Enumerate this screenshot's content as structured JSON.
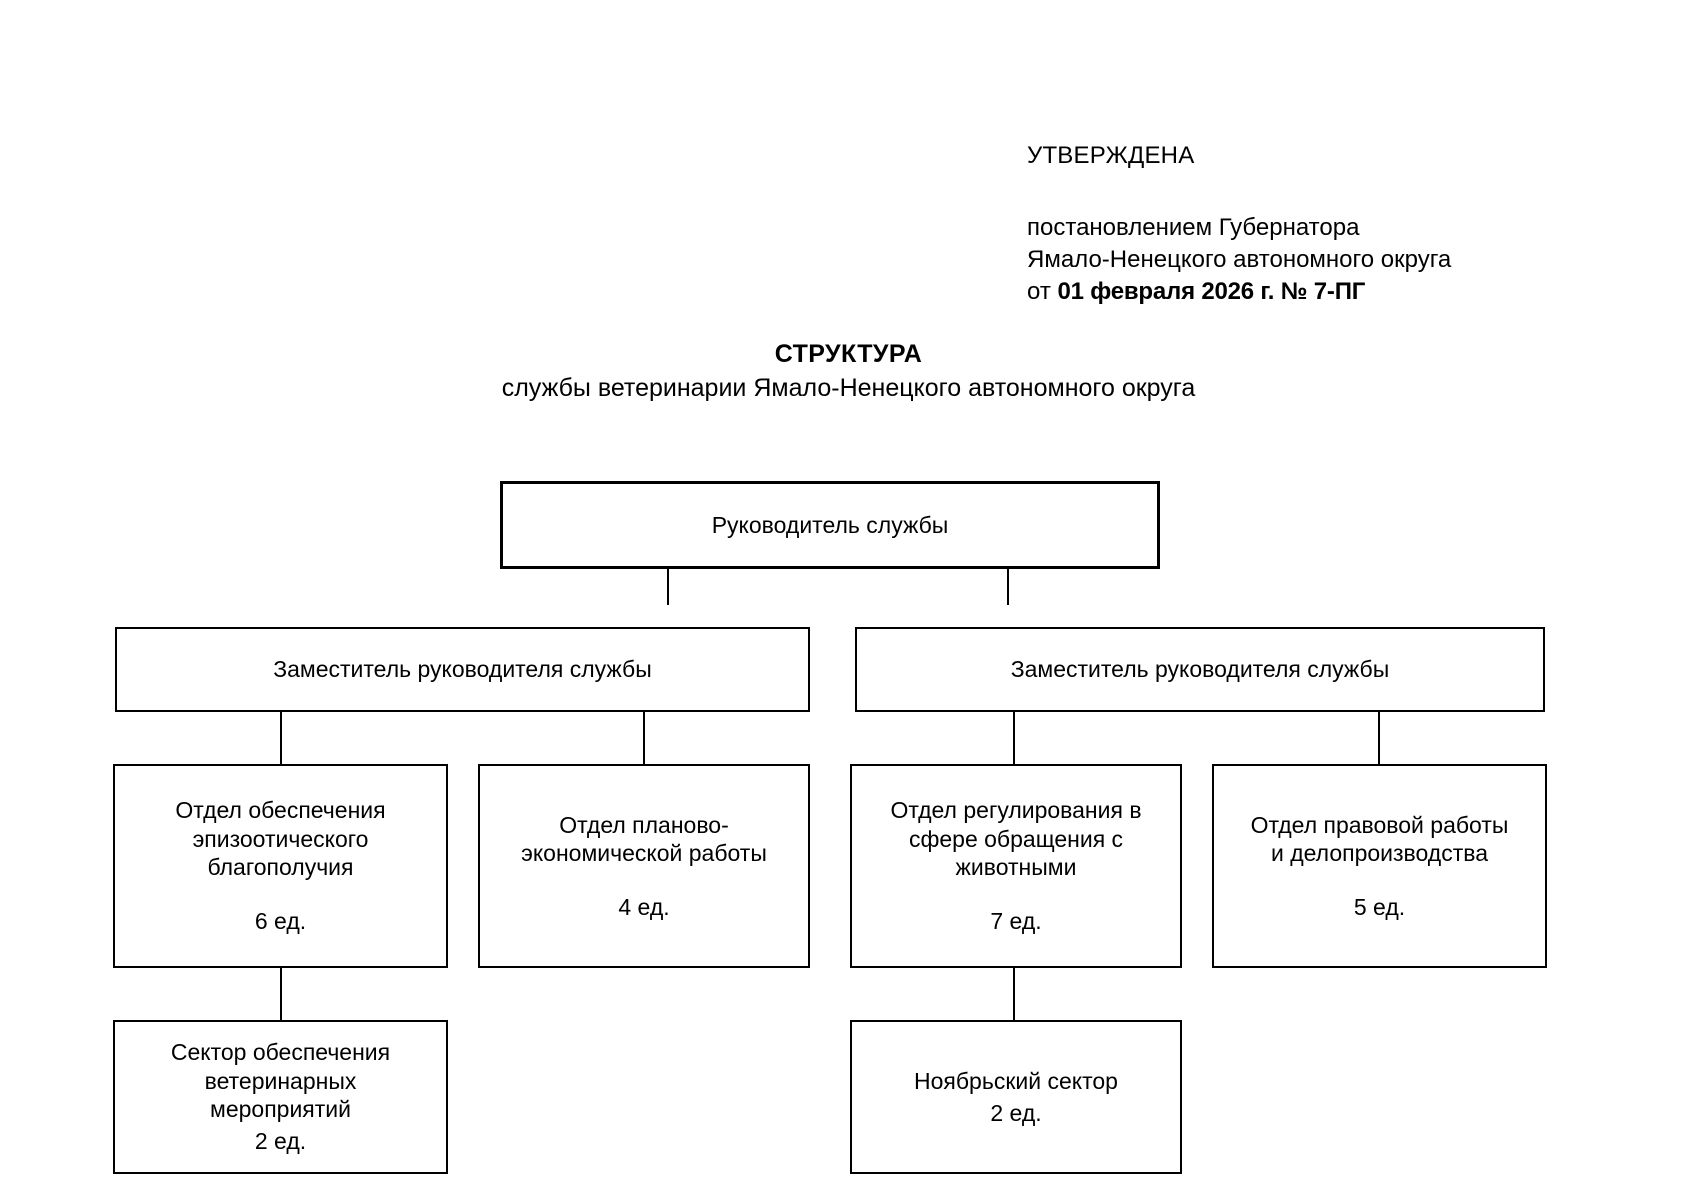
{
  "approval": {
    "title": "УТВЕРЖДЕНА",
    "line1": "постановлением Губернатора",
    "line2": "Ямало-Ненецкого автономного округа",
    "date_prefix": "от",
    "date_value": "01 февраля 2026 г. № 7-ПГ"
  },
  "heading": {
    "main": "СТРУКТУРА",
    "sub": "службы ветеринарии Ямало-Ненецкого автономного округа"
  },
  "chart_data": {
    "type": "diagram",
    "title": "СТРУКТУРА службы ветеринарии Ямало-Ненецкого автономного округа",
    "orientation": "top-down",
    "levels": 4,
    "nodes": [
      {
        "id": "root",
        "level": 0,
        "title": "Руководитель службы",
        "units": "",
        "parent": null
      },
      {
        "id": "deputy-left",
        "level": 1,
        "title": "Заместитель руководителя службы",
        "units": "",
        "parent": "root"
      },
      {
        "id": "deputy-right",
        "level": 1,
        "title": "Заместитель руководителя службы",
        "units": "",
        "parent": "root"
      },
      {
        "id": "dept-epizootic",
        "level": 2,
        "title": "Отдел обеспечения\nэпизоотического\nблагополучия",
        "units": "6 ед.",
        "parent": "deputy-left"
      },
      {
        "id": "dept-planning",
        "level": 2,
        "title": "Отдел планово-\nэкономической работы",
        "units": "4 ед.",
        "parent": "deputy-left"
      },
      {
        "id": "dept-animals",
        "level": 2,
        "title": "Отдел регулирования в\nсфере обращения с\nживотными",
        "units": "7 ед.",
        "parent": "deputy-right"
      },
      {
        "id": "dept-legal",
        "level": 2,
        "title": "Отдел правовой работы\nи делопроизводства",
        "units": "5 ед.",
        "parent": "deputy-right"
      },
      {
        "id": "sector-vet",
        "level": 3,
        "title": "Сектор обеспечения\nветеринарных\nмероприятий",
        "units": "2 ед.",
        "parent": "dept-epizootic"
      },
      {
        "id": "sector-noyabrsk",
        "level": 3,
        "title": "Ноябрьский сектор",
        "units": "2 ед.",
        "parent": "dept-animals"
      }
    ]
  }
}
